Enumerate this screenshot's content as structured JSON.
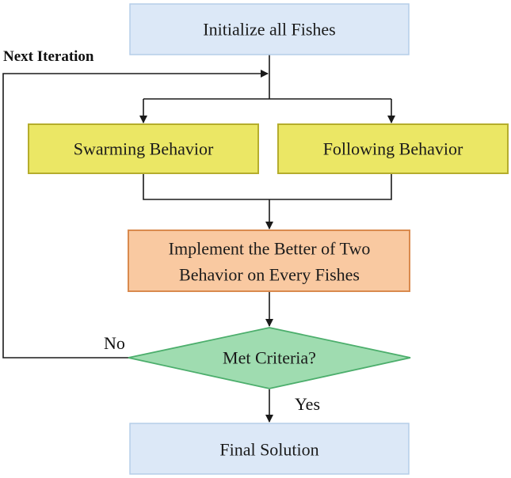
{
  "nodes": {
    "initialize": {
      "label": "Initialize all Fishes",
      "fill": "#dce8f7",
      "stroke": "#b5cde9"
    },
    "swarming": {
      "label": "Swarming Behavior",
      "fill": "#ebe765",
      "stroke": "#b5ad2c"
    },
    "following": {
      "label": "Following Behavior",
      "fill": "#ebe765",
      "stroke": "#b5ad2c"
    },
    "implement": {
      "line1": "Implement the Better of Two",
      "line2": "Behavior on Every Fishes",
      "fill": "#f9c9a1",
      "stroke": "#d98a4e"
    },
    "criteria": {
      "label": "Met Criteria?",
      "fill": "#9fdcb0",
      "stroke": "#4cae6c"
    },
    "final": {
      "label": "Final Solution",
      "fill": "#dce8f7",
      "stroke": "#b5cde9"
    }
  },
  "edge_labels": {
    "next_iteration": "Next Iteration",
    "no": "No",
    "yes": "Yes"
  }
}
